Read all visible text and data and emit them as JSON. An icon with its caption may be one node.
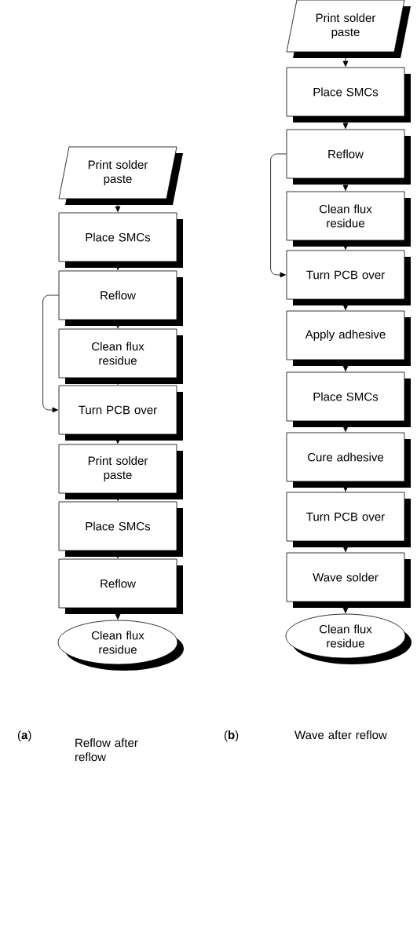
{
  "diagram": {
    "nodes": [
      {
        "text": [
          "Print solder paste"
        ]
      },
      {
        "text": [
          "Place SMCs"
        ]
      },
      {
        "text": [
          "Reflow"
        ]
      },
      {
        "text": [
          "Clean flux residue"
        ]
      },
      {
        "text": [
          "Turn PCB over"
        ]
      },
      {
        "text": [
          "Print solder paste"
        ]
      },
      {
        "text": [
          "Place SMCs"
        ]
      },
      {
        "text": [
          "Reflow"
        ]
      },
      {
        "text": [
          "Clean flux residue"
        ]
      },
      {
        "text": [
          "Print solder paste"
        ]
      },
      {
        "text": [
          "Place SMCs"
        ]
      },
      {
        "text": [
          "Reflow"
        ]
      },
      {
        "text": [
          "Clean flux residue"
        ]
      },
      {
        "text": [
          "Turn PCB over"
        ]
      },
      {
        "text": [
          "Apply adhesive"
        ]
      },
      {
        "text": [
          "Place SMCs"
        ]
      },
      {
        "text": [
          "Cure adhesive"
        ]
      },
      {
        "text": [
          "Turn PCB over"
        ]
      },
      {
        "text": [
          "Wave solder"
        ]
      },
      {
        "text": [
          "Clean flux residue"
        ]
      }
    ],
    "edges": [
      {
        "from": 0,
        "to": 1,
        "arrow": "to"
      },
      {
        "from": 1,
        "to": 2,
        "arrow": "to"
      },
      {
        "from": 2,
        "to": 3,
        "arrow": "to"
      },
      {
        "from": 3,
        "to": 4,
        "arrow": "to"
      },
      {
        "from": 2,
        "to": 4,
        "arrow": "to"
      },
      {
        "from": 4,
        "to": 5,
        "arrow": "to"
      },
      {
        "from": 5,
        "to": 6,
        "arrow": "to"
      },
      {
        "from": 6,
        "to": 7,
        "arrow": "to"
      },
      {
        "from": 7,
        "to": 8,
        "arrow": "to"
      },
      {
        "from": 9,
        "to": 10,
        "arrow": "to"
      },
      {
        "from": 10,
        "to": 11,
        "arrow": "to"
      },
      {
        "from": 11,
        "to": 12,
        "arrow": "to"
      },
      {
        "from": 12,
        "to": 13,
        "arrow": "to"
      },
      {
        "from": 11,
        "to": 13,
        "arrow": "to"
      },
      {
        "from": 13,
        "to": 14,
        "arrow": "to"
      },
      {
        "from": 14,
        "to": 15,
        "arrow": "to"
      },
      {
        "from": 15,
        "to": 16,
        "arrow": "to"
      },
      {
        "from": 16,
        "to": 17,
        "arrow": "to"
      },
      {
        "from": 17,
        "to": 18,
        "arrow": "to"
      },
      {
        "from": 18,
        "to": 19,
        "arrow": "to"
      }
    ],
    "labels": [
      "(**a**)",
      "Reflow after reflow",
      "(**b**)",
      "Wave after reflow"
    ]
  }
}
